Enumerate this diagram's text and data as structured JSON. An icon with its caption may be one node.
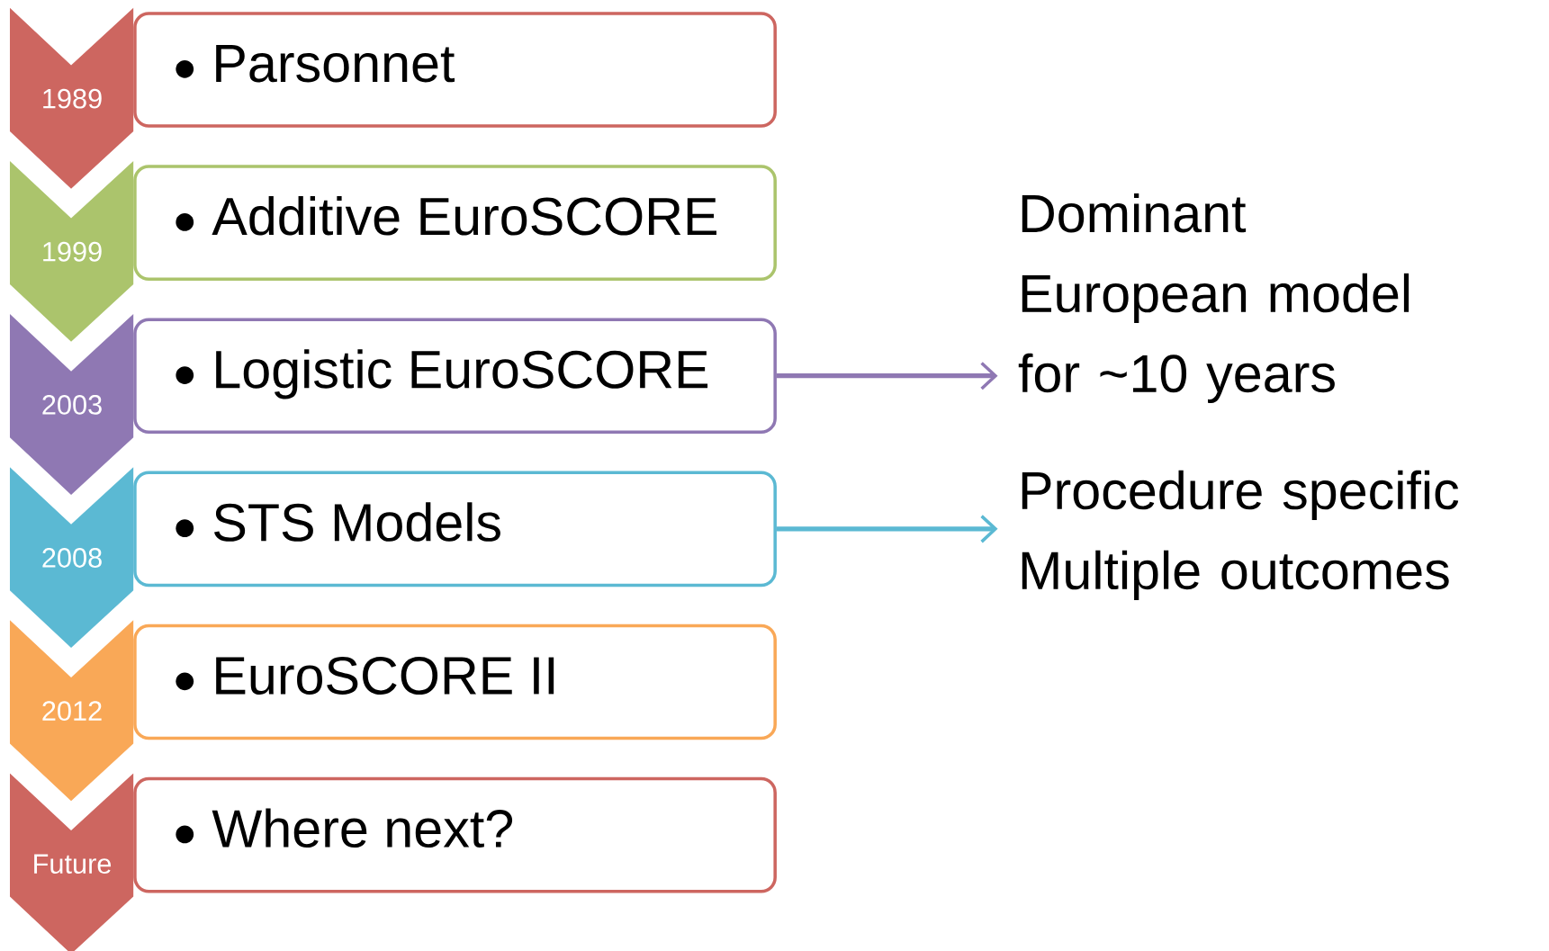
{
  "diagram": {
    "nodes": [
      {
        "text": [
          "1989"
        ]
      },
      {
        "text": [
          "Parsonnet"
        ]
      },
      {
        "text": [
          "1999"
        ]
      },
      {
        "text": [
          "Additive EuroSCORE"
        ]
      },
      {
        "text": [
          "2003"
        ]
      },
      {
        "text": [
          "Logistic EuroSCORE"
        ]
      },
      {
        "text": [
          "2008"
        ]
      },
      {
        "text": [
          "STS Models"
        ]
      },
      {
        "text": [
          "2012"
        ]
      },
      {
        "text": [
          "EuroSCORE II"
        ]
      },
      {
        "text": [
          "Future"
        ]
      },
      {
        "text": [
          "Where next?"
        ]
      },
      {
        "text": [
          "Dominant European model for ~10 years"
        ]
      },
      {
        "text": [
          "Procedure specific Multiple outcomes"
        ]
      }
    ],
    "edges": [
      {
        "from": 5,
        "to": 12,
        "arrow": "to",
        "color": "#8f78b3"
      },
      {
        "from": 7,
        "to": 13,
        "arrow": "to",
        "color": "#5bb9d3"
      }
    ]
  }
}
